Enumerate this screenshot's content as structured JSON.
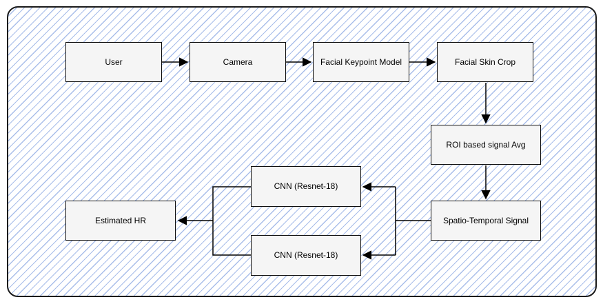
{
  "diagram": {
    "title": "Facial heart-rate estimation pipeline flowchart",
    "nodes": [
      {
        "id": "user",
        "label": "User"
      },
      {
        "id": "camera",
        "label": "Camera"
      },
      {
        "id": "facial-keypoint",
        "label": "Facial Keypoint Model"
      },
      {
        "id": "facial-skin",
        "label": "Facial Skin Crop"
      },
      {
        "id": "roi-avg",
        "label": "ROI based signal Avg"
      },
      {
        "id": "spatio-temporal",
        "label": "Spatio-Temporal Signal"
      },
      {
        "id": "cnn-top",
        "label": "CNN (Resnet-18)"
      },
      {
        "id": "cnn-bottom",
        "label": "CNN (Resnet-18)"
      },
      {
        "id": "estimated-hr",
        "label": "Estimated HR"
      }
    ],
    "edges": [
      "User -> Camera",
      "Camera -> Facial Keypoint Model",
      "Facial Keypoint Model -> Facial Skin Crop",
      "Facial Skin Crop -> ROI based signal Avg",
      "ROI based signal Avg -> Spatio-Temporal Signal",
      "Spatio-Temporal Signal -> CNN (Resnet-18) [top]",
      "Spatio-Temporal Signal -> CNN (Resnet-18) [bottom]",
      "CNN (Resnet-18) [both] -> Estimated HR"
    ],
    "colors": {
      "hatch_line": "#9ab3e6",
      "node_fill": "#f5f5f5",
      "node_border": "#0d0d0d",
      "frame_border": "#1a1a1a",
      "connector": "#000000",
      "background": "#ffffff"
    }
  }
}
